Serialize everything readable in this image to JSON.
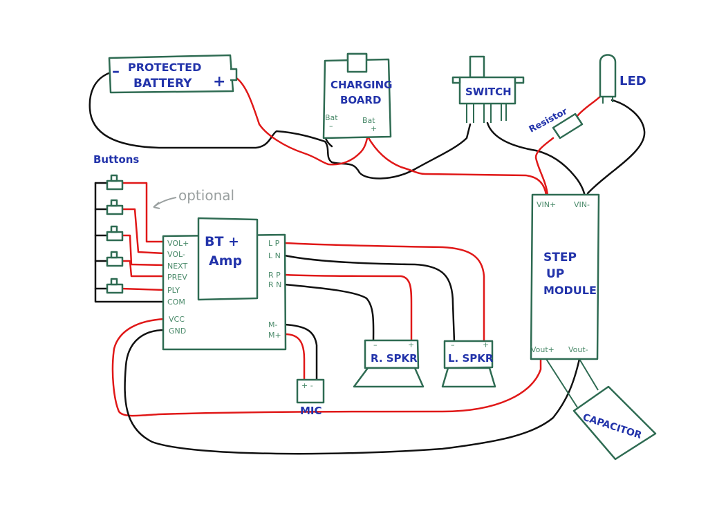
{
  "battery": {
    "line1": "PROTECTED",
    "line2": "BATTERY",
    "minus": "–",
    "plus": "+"
  },
  "charging_board": {
    "line1": "CHARGING",
    "line2": "BOARD",
    "pin_bat_minus": "Bat",
    "pin_bat_minus_sign": "–",
    "pin_bat_plus": "Bat",
    "pin_bat_plus_sign": "+"
  },
  "switch": {
    "label": "SWITCH"
  },
  "led": {
    "label": "LED"
  },
  "resistor": {
    "label": "Resistor"
  },
  "buttons": {
    "label": "Buttons",
    "note": "optional"
  },
  "bt_amp": {
    "line1": "BT +",
    "line2": "Amp",
    "left_pins": [
      "VOL+",
      "VOL-",
      "NEXT",
      "PREV",
      "PLY",
      "COM",
      "VCC",
      "GND"
    ],
    "right_pins": [
      "L P",
      "L N",
      "R P",
      "R N",
      "M-",
      "M+"
    ]
  },
  "step_up": {
    "line1": "STEP",
    "line2": "UP",
    "line3": "MODULE",
    "vin_plus": "VIN+",
    "vin_minus": "VIN-",
    "vout_plus": "Vout+",
    "vout_minus": "Vout-"
  },
  "r_speaker": {
    "label": "R. SPKR",
    "minus": "–",
    "plus": "+"
  },
  "l_speaker": {
    "label": "L. SPKR",
    "minus": "–",
    "plus": "+"
  },
  "mic": {
    "label": "MIC",
    "pins": "+ -"
  },
  "capacitor": {
    "label": "CAPACITOR"
  }
}
